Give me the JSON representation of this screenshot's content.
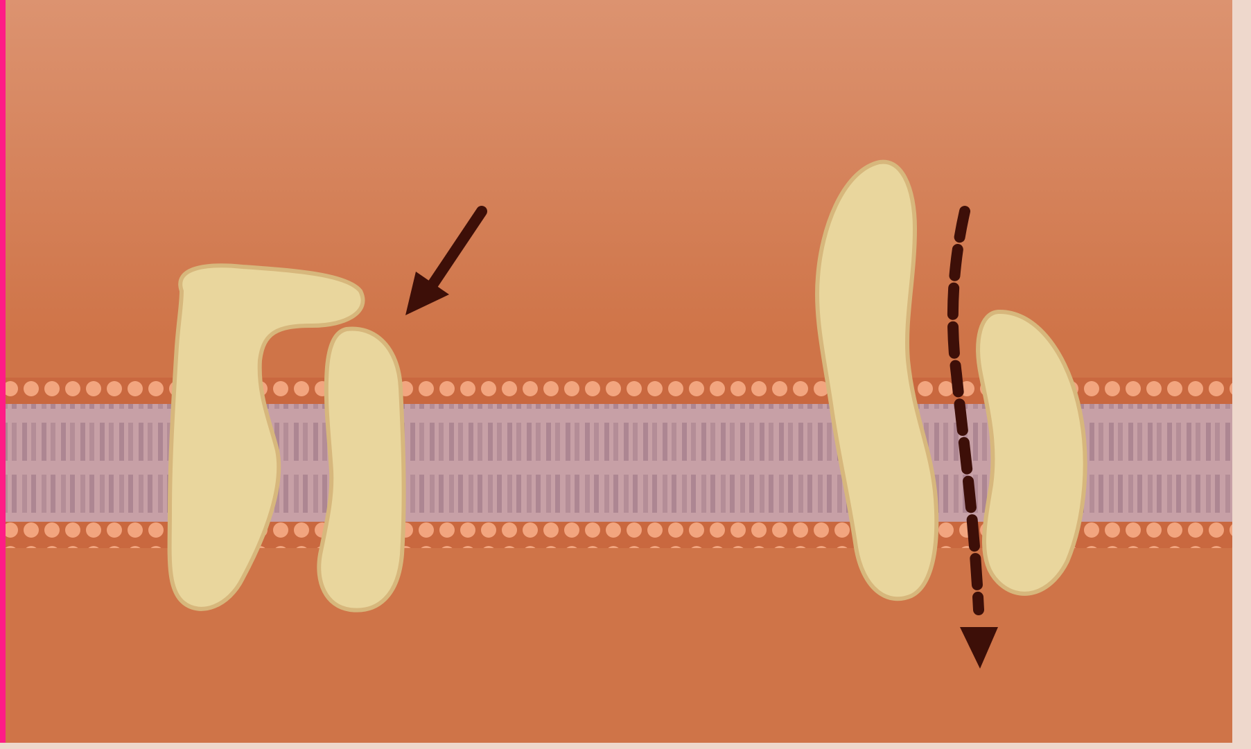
{
  "diagram": {
    "subject": "membrane-proteins-on-lipid-bilayer",
    "colors": {
      "background": "#cf7448",
      "background_light": "#dc9370",
      "edge_left": "#ff1c86",
      "edge_right": "#eed8cc",
      "bilayer_core": "#c7a0a6",
      "bilayer_core_dark": "#a47d8a",
      "head_group": "#f2a57f",
      "head_gap": "#c9683f",
      "protein_fill": "#e9d69d",
      "protein_edge": "#d7b77c",
      "arrow": "#3d0f08"
    },
    "icons": [
      "lipid-bilayer",
      "passive-channel-protein",
      "carrier-protein",
      "diagonal-arrow",
      "vertical-dashed-arrow"
    ]
  }
}
